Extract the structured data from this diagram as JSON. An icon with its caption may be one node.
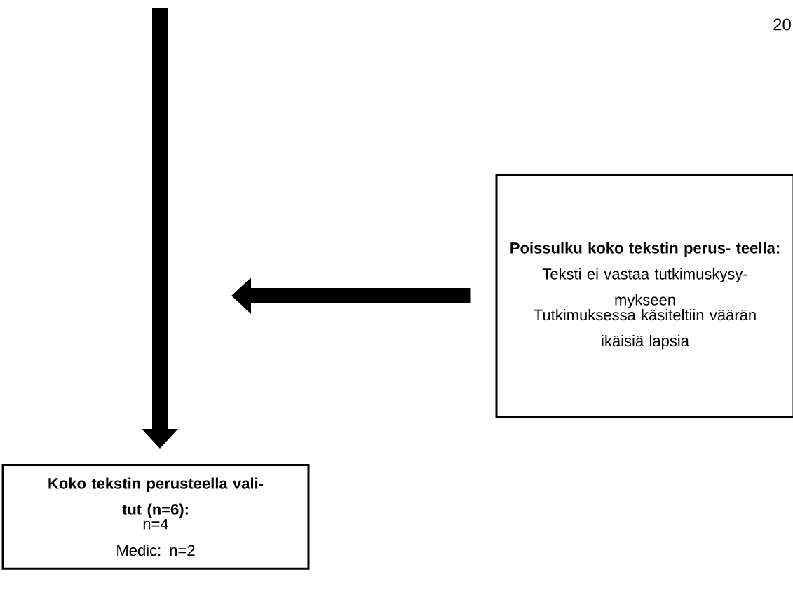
{
  "diagram": {
    "nodes": [
      {
        "text": [
          "Poissulku koko tekstin perus- teella:",
          "Teksti ei vastaa tutkimuskysy- mykseen",
          "Tutkimuksessa käsiteltiin väärän ikäisiä lapsia"
        ]
      },
      {
        "text": [
          "Koko tekstin perusteella vali- tut (n=6):",
          "n=4",
          "Medic: n=2"
        ]
      }
    ],
    "edges": [
      {
        "from": null,
        "to": 1,
        "arrow": "to"
      },
      {
        "from": 0,
        "to": null,
        "arrow": "to"
      }
    ],
    "labels": [
      "20"
    ]
  }
}
